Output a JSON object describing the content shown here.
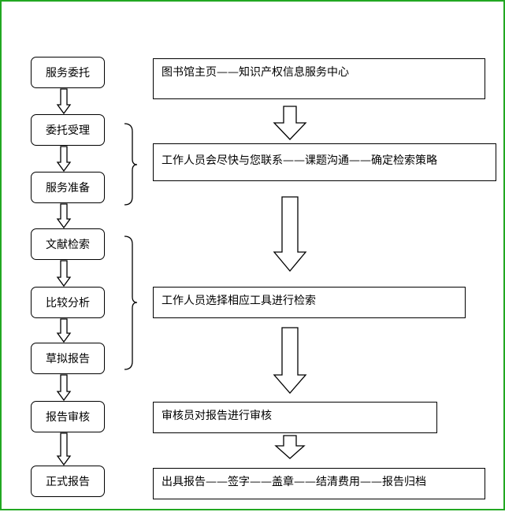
{
  "steps": [
    "服务委托",
    "委托受理",
    "服务准备",
    "文献检索",
    "比较分析",
    "草拟报告",
    "报告审核",
    "正式报告"
  ],
  "descriptions": [
    "图书馆主页——知识产权信息服务中心",
    "工作人员会尽快与您联系——课题沟通——确定检索策略",
    "工作人员选择相应工具进行检索",
    "审核员对报告进行审核",
    "出具报告——签字——盖章——结清费用——报告归档"
  ],
  "colors": {
    "border": "#22a822",
    "line": "#000000"
  }
}
